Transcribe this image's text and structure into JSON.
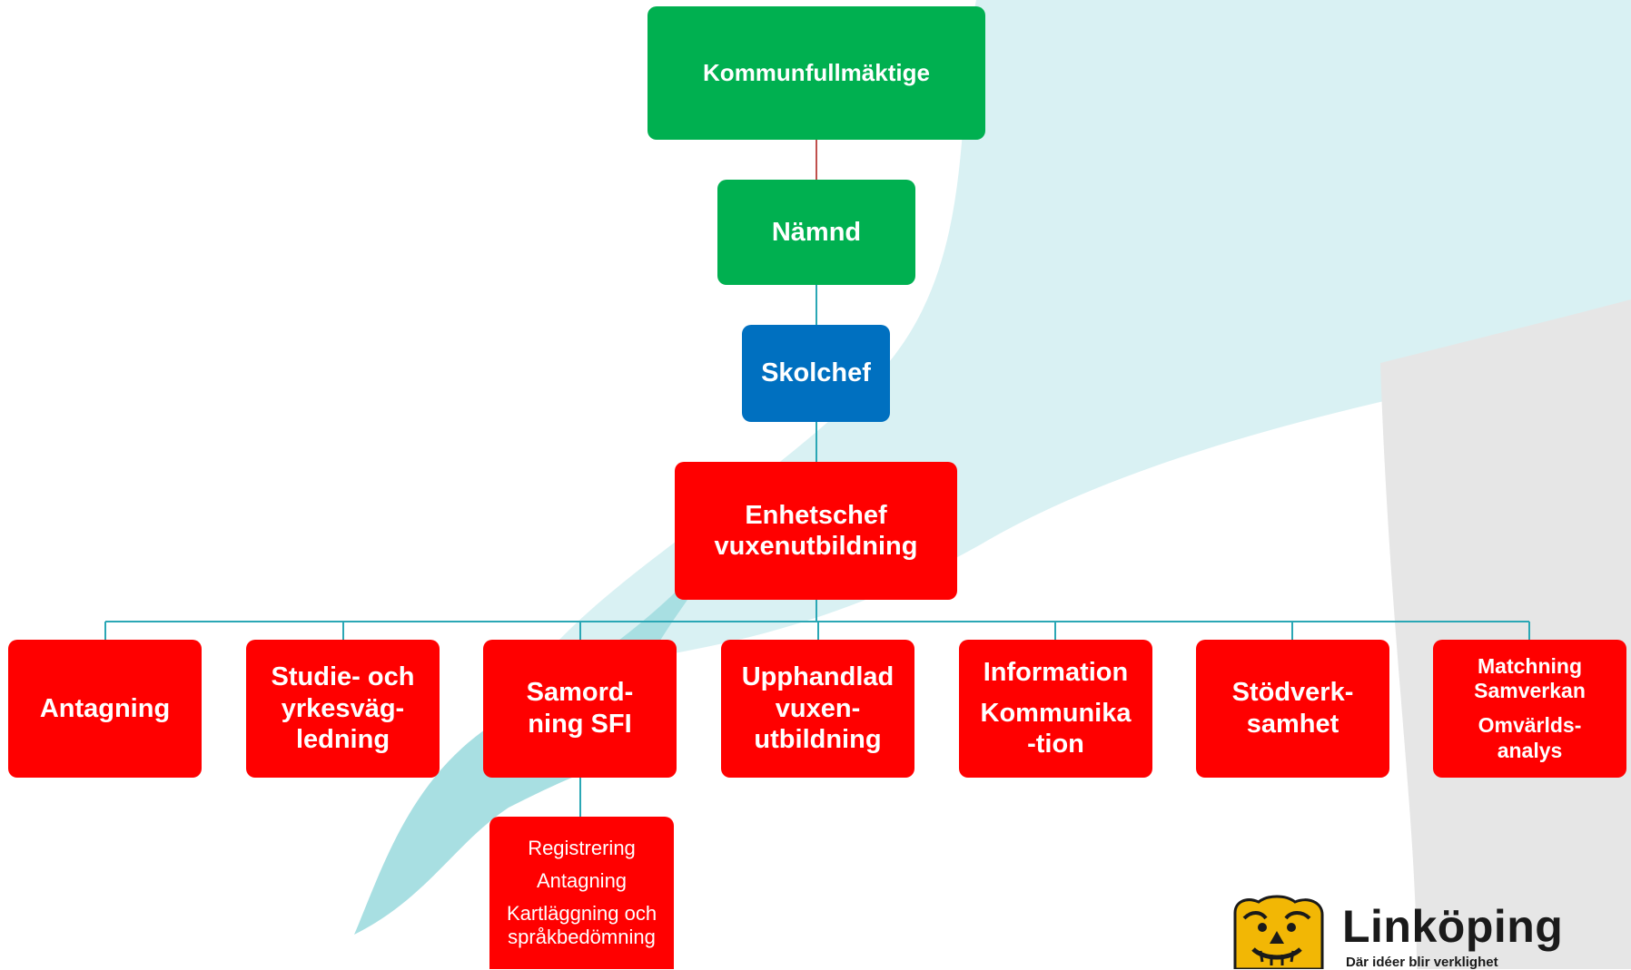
{
  "org_chart": {
    "top": "Kommunfullmäktige",
    "board": "Nämnd",
    "school_head": "Skolchef",
    "unit_head": "Enhetschef\nvuxenutbildning",
    "units": [
      "Antagning",
      "Studie- och\nyrkesväg-\nledning",
      "Samord-\nning SFI",
      "Upphandlad\nvuxen-\nutbildning",
      "Stödverk-\nsamhet"
    ],
    "information_unit": [
      "Information",
      "Kommunika\n-tion"
    ],
    "matching_unit": [
      "Matchning\nSamverkan",
      "Omvärlds-\nanalys"
    ],
    "sfi_sub": [
      "Registrering",
      "Antagning",
      "Kartläggning och\nspråkbedömning"
    ]
  },
  "logo": {
    "name": "Linköping",
    "tagline": "Där idéer blir verklighet",
    "icon": "lion-crest-icon"
  },
  "colors": {
    "green": "#00b050",
    "blue": "#0070c0",
    "red": "#ff0000",
    "connector": "#2aa7b5",
    "connector_top": "#c0504d",
    "background_wave": "#d9f1f3",
    "background_wave_dark": "#a8dfe2"
  }
}
